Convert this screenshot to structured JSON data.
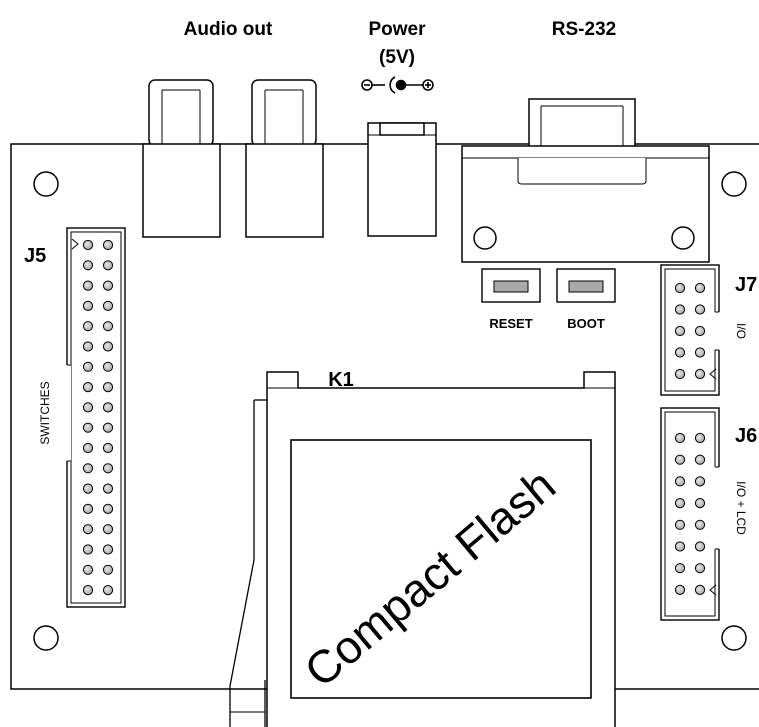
{
  "labels": {
    "audio_out": "Audio out",
    "power_line1": "Power",
    "power_line2": "(5V)",
    "rs232": "RS-232",
    "j5": "J5",
    "j7": "J7",
    "j6": "J6",
    "k1": "K1",
    "switches": "SWITCHES",
    "io": "I/O",
    "io_lcd": "I/O + LCD",
    "reset": "RESET",
    "boot": "BOOT",
    "compact_flash": "Compact Flash"
  },
  "connectors": {
    "j5_pin_rows": 18,
    "j7_pin_rows": 5,
    "j6_pin_rows": 8
  }
}
